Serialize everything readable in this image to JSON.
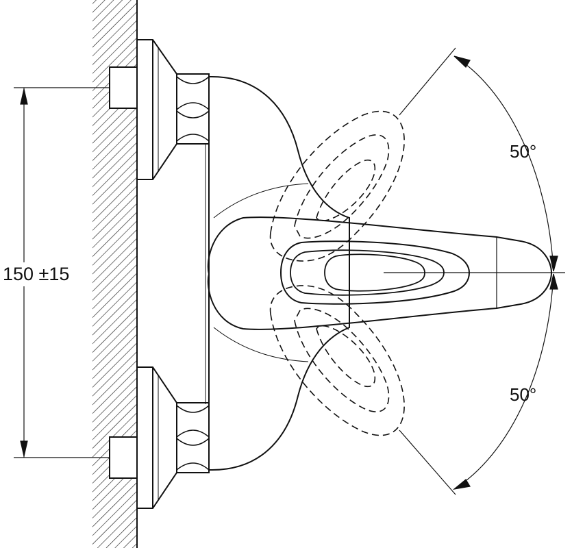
{
  "drawing": {
    "dimension_label": "150 ±15",
    "angle_top_label": "50°",
    "angle_bottom_label": "50°",
    "line_color": "#111111",
    "background_color": "#ffffff"
  }
}
